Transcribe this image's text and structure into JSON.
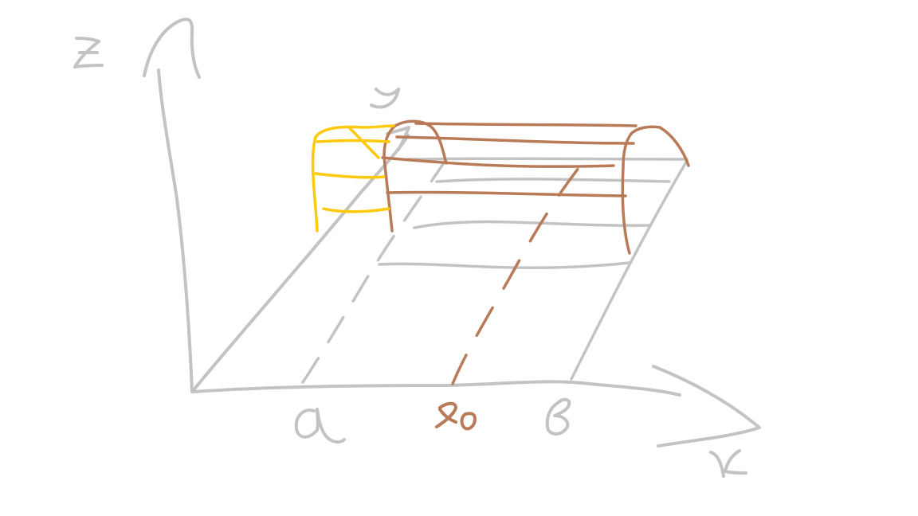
{
  "diagram": {
    "axes": {
      "z": "z",
      "y": "y",
      "x": "x"
    },
    "x_axis_marks": {
      "a": "a",
      "x0": "x0",
      "b": "b"
    },
    "colors": {
      "axes": "#c3c3c3",
      "slice": "#b97a57",
      "cross_section": "#ffc90e",
      "background": "#ffffff"
    }
  }
}
